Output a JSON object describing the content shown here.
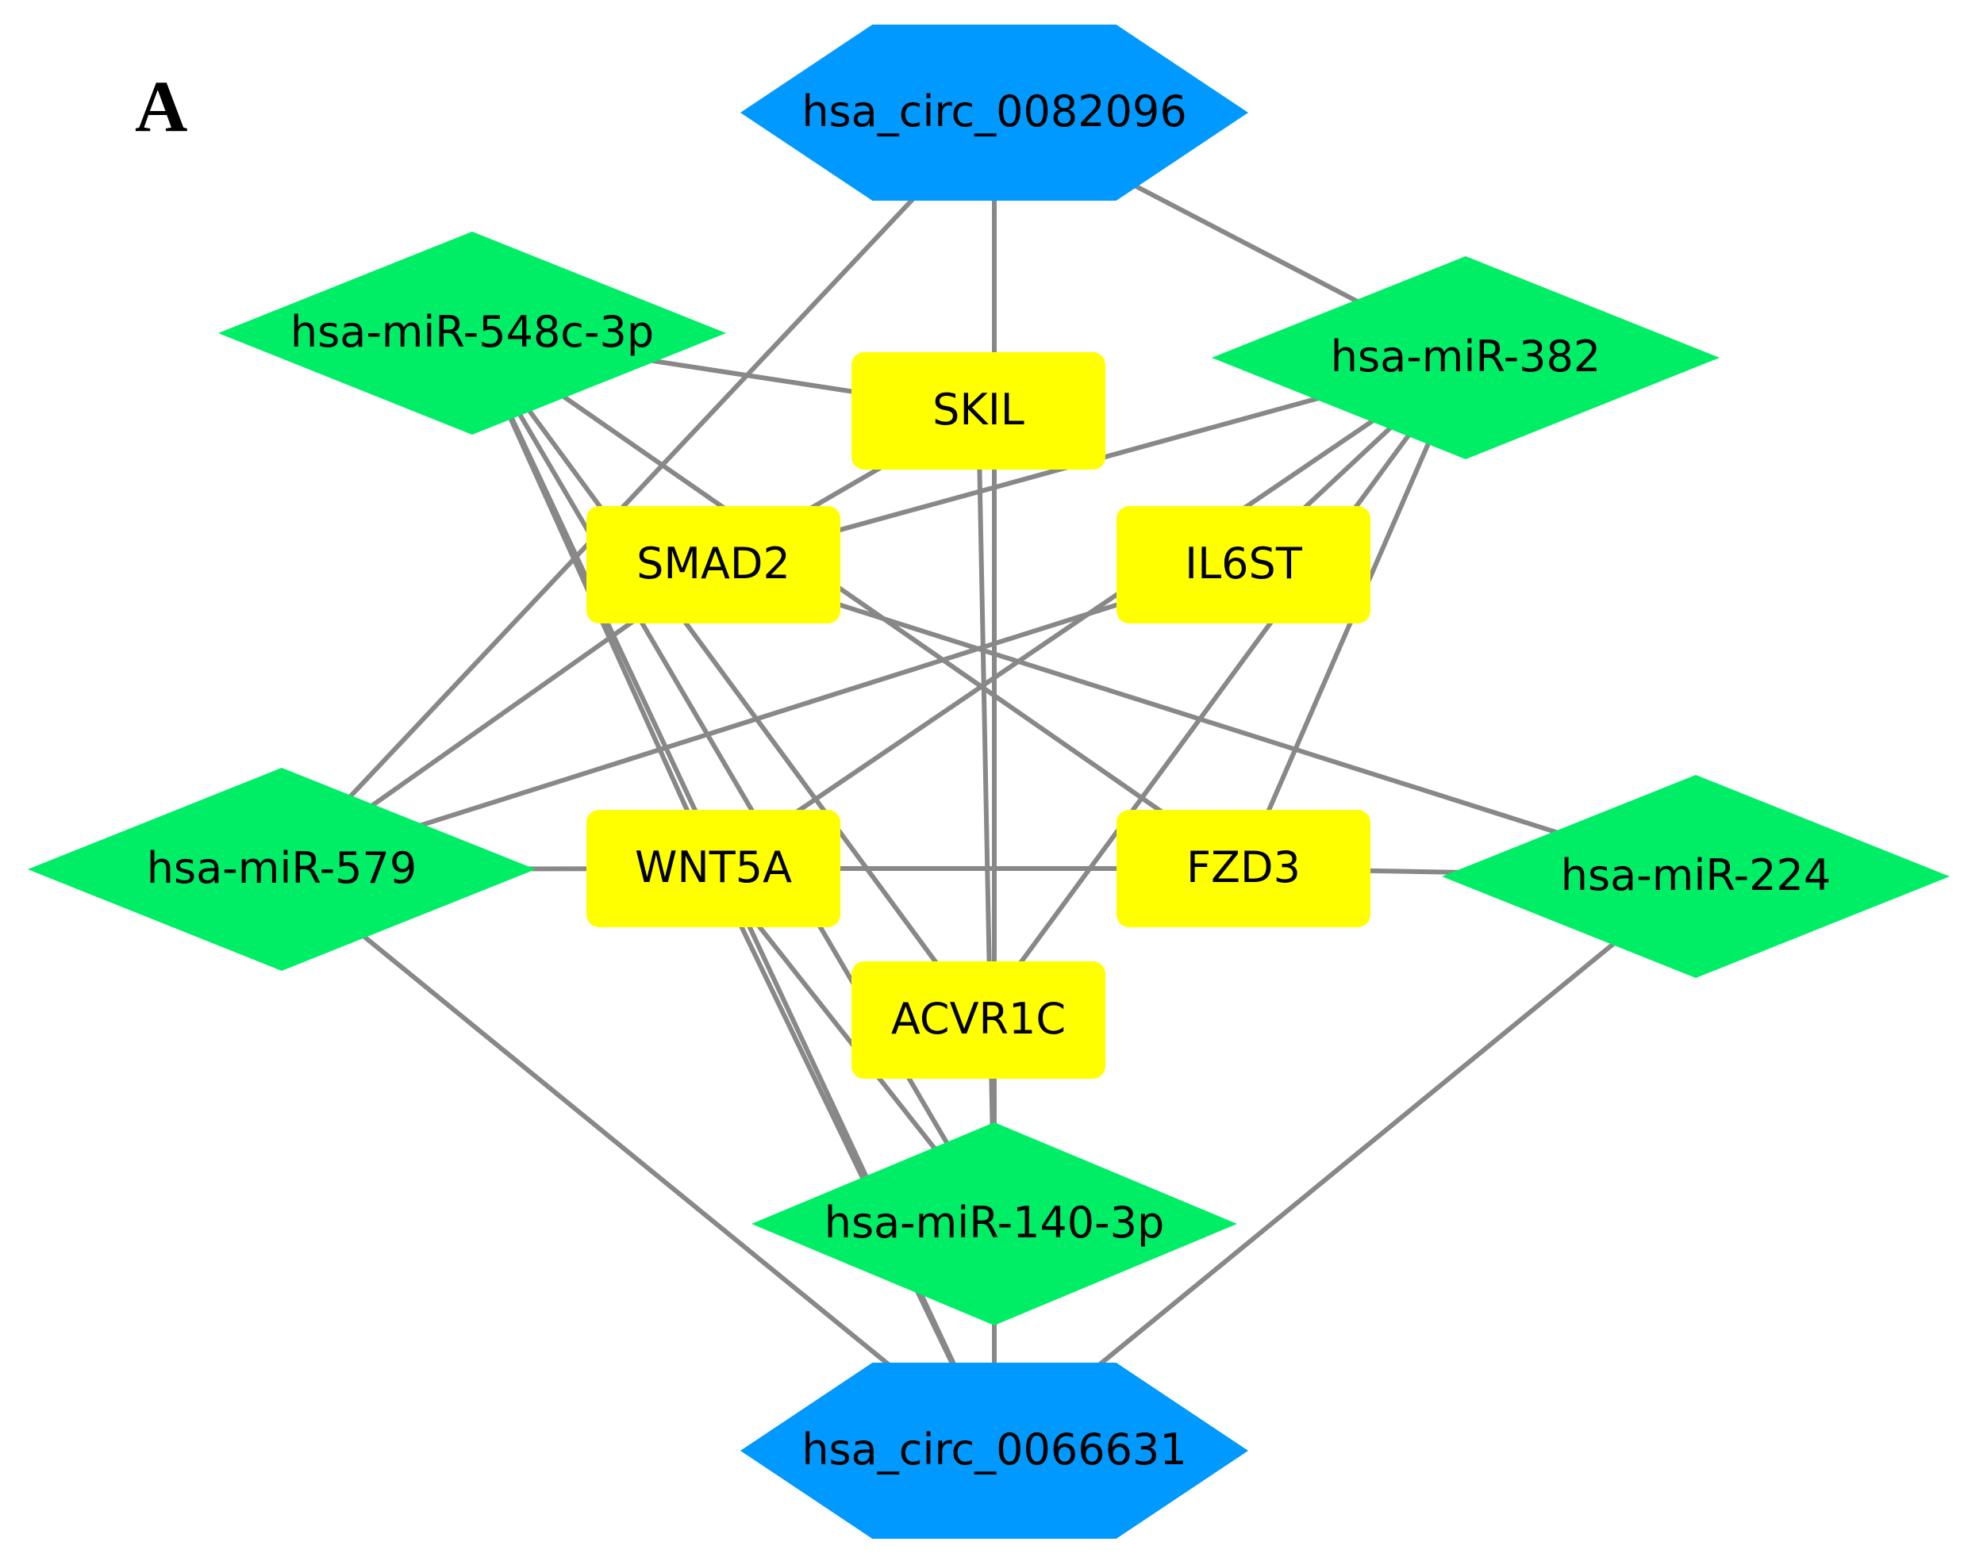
{
  "panel_label": "A",
  "colors": {
    "circrna": "#0099ff",
    "mirna": "#00ee66",
    "gene": "#ffff00",
    "edge": "#888888",
    "label": "#000000"
  },
  "node_types": {
    "circrna": "hexagon",
    "mirna": "diamond",
    "gene": "rounded-rectangle"
  },
  "nodes": [
    {
      "id": "c1",
      "type": "circrna",
      "label": "hsa_circ_0082096"
    },
    {
      "id": "c2",
      "type": "circrna",
      "label": "hsa_circ_0066631"
    },
    {
      "id": "m548",
      "type": "mirna",
      "label": "hsa-miR-548c-3p"
    },
    {
      "id": "m382",
      "type": "mirna",
      "label": "hsa-miR-382"
    },
    {
      "id": "m579",
      "type": "mirna",
      "label": "hsa-miR-579"
    },
    {
      "id": "m224",
      "type": "mirna",
      "label": "hsa-miR-224"
    },
    {
      "id": "m140",
      "type": "mirna",
      "label": "hsa-miR-140-3p"
    },
    {
      "id": "SKIL",
      "type": "gene",
      "label": "SKIL"
    },
    {
      "id": "SMAD2",
      "type": "gene",
      "label": "SMAD2"
    },
    {
      "id": "IL6ST",
      "type": "gene",
      "label": "IL6ST"
    },
    {
      "id": "WNT5A",
      "type": "gene",
      "label": "WNT5A"
    },
    {
      "id": "FZD3",
      "type": "gene",
      "label": "FZD3"
    },
    {
      "id": "ACVR1C",
      "type": "gene",
      "label": "ACVR1C"
    }
  ],
  "edges": [
    [
      "c1",
      "m579"
    ],
    [
      "c1",
      "m140"
    ],
    [
      "c1",
      "m382"
    ],
    [
      "c2",
      "m579"
    ],
    [
      "c2",
      "m224"
    ],
    [
      "c2",
      "m140"
    ],
    [
      "c2",
      "m548"
    ],
    [
      "c2",
      "WNT5A"
    ],
    [
      "m548",
      "SKIL"
    ],
    [
      "m548",
      "FZD3"
    ],
    [
      "m548",
      "ACVR1C"
    ],
    [
      "m548",
      "WNT5A"
    ],
    [
      "m548",
      "m140"
    ],
    [
      "m382",
      "IL6ST"
    ],
    [
      "m382",
      "WNT5A"
    ],
    [
      "m382",
      "ACVR1C"
    ],
    [
      "m382",
      "FZD3"
    ],
    [
      "m382",
      "SMAD2"
    ],
    [
      "m579",
      "SMAD2"
    ],
    [
      "m579",
      "IL6ST"
    ],
    [
      "m579",
      "WNT5A"
    ],
    [
      "m224",
      "FZD3"
    ],
    [
      "m224",
      "SMAD2"
    ],
    [
      "m140",
      "SKIL"
    ],
    [
      "m140",
      "WNT5A"
    ],
    [
      "SKIL",
      "SMAD2"
    ],
    [
      "WNT5A",
      "FZD3"
    ]
  ]
}
